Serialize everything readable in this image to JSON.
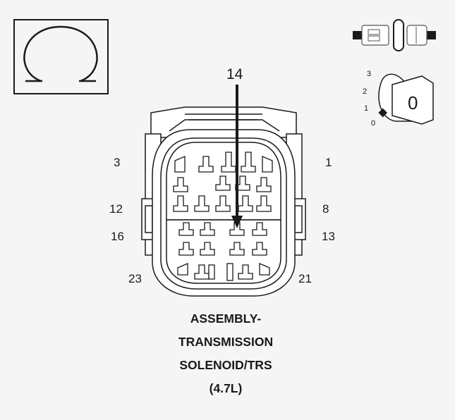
{
  "symbol": {
    "icon": "ohm-icon",
    "glyph": "Ω"
  },
  "probe_icon": "connector-probe-icon",
  "ignition": {
    "icon": "ignition-key-icon",
    "positions": [
      "3",
      "2",
      "1",
      "0"
    ],
    "key_position": "0"
  },
  "connector": {
    "callout_pin": "14",
    "pin_labels": {
      "top_left": "3",
      "top_right": "1",
      "mid_left": "12",
      "mid_right": "8",
      "lower_left": "16",
      "lower_right": "13",
      "bottom_left": "23",
      "bottom_right": "21"
    }
  },
  "caption": {
    "line1": "ASSEMBLY-",
    "line2": "TRANSMISSION",
    "line3": "SOLENOID/TRS",
    "line4": "(4.7L)"
  }
}
